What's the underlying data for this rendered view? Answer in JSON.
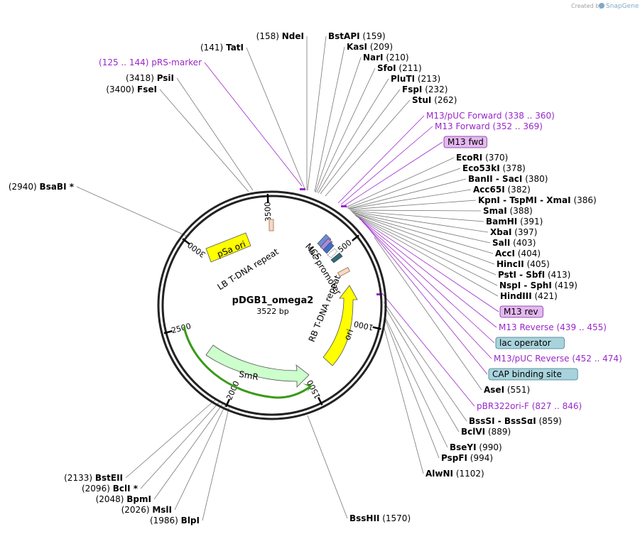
{
  "header": {
    "created_by": "Created by",
    "brand": "SnapGene"
  },
  "plasmid": {
    "name": "pDGB1_omega2",
    "length_label": "3522 bp"
  },
  "ticks": [
    "500",
    "1000",
    "1500",
    "2000",
    "2500",
    "3000",
    "3500"
  ],
  "features": {
    "psa_ori": "pSa ori",
    "lb_repeat": "LB T-DNA repeat",
    "rb_repeat": "RB T-DNA repeat",
    "ori": "ori",
    "smr": "SmR",
    "mcs": "MCS",
    "lac_promoter": "lac promoter"
  },
  "left_labels": [
    {
      "pos": "(158)",
      "name": "NdeI"
    },
    {
      "pos": "(141)",
      "name": "TatI"
    },
    {
      "pos": "(125 .. 144)",
      "name": "pRS-marker",
      "primer": true
    },
    {
      "pos": "(3418)",
      "name": "PsiI"
    },
    {
      "pos": "(3400)",
      "name": "FseI"
    },
    {
      "pos": "(2940)",
      "name": "BsaBI *"
    },
    {
      "pos": "(2133)",
      "name": "BstEII"
    },
    {
      "pos": "(2096)",
      "name": "BclI *"
    },
    {
      "pos": "(2048)",
      "name": "BpmI"
    },
    {
      "pos": "(2026)",
      "name": "MslI"
    },
    {
      "pos": "(1986)",
      "name": "BlpI"
    }
  ],
  "right_labels": [
    {
      "name": "BstAPI",
      "pos": "(159)"
    },
    {
      "name": "KasI",
      "pos": "(209)"
    },
    {
      "name": "NarI",
      "pos": "(210)"
    },
    {
      "name": "SfoI",
      "pos": "(211)"
    },
    {
      "name": "PluTI",
      "pos": "(213)"
    },
    {
      "name": "FspI",
      "pos": "(232)"
    },
    {
      "name": "StuI",
      "pos": "(262)"
    },
    {
      "name": "M13/pUC Forward",
      "pos": "(338 .. 360)",
      "primer": true
    },
    {
      "name": "M13 Forward",
      "pos": "(352 .. 369)",
      "primer": true
    },
    {
      "name": "M13 fwd",
      "box": "purple"
    },
    {
      "name": "EcoRI",
      "pos": "(370)"
    },
    {
      "name": "Eco53kI",
      "pos": "(378)"
    },
    {
      "name": "BanII  -  SacI",
      "pos": "(380)"
    },
    {
      "name": "Acc65I",
      "pos": "(382)"
    },
    {
      "name": "KpnI  -  TspMI  -  XmaI",
      "pos": "(386)"
    },
    {
      "name": "SmaI",
      "pos": "(388)"
    },
    {
      "name": "BamHI",
      "pos": "(391)"
    },
    {
      "name": "XbaI",
      "pos": "(397)"
    },
    {
      "name": "SalI",
      "pos": "(403)"
    },
    {
      "name": "AccI",
      "pos": "(404)"
    },
    {
      "name": "HincII",
      "pos": "(405)"
    },
    {
      "name": "PstI  -  SbfI",
      "pos": "(413)"
    },
    {
      "name": "NspI  -  SphI",
      "pos": "(419)"
    },
    {
      "name": "HindIII",
      "pos": "(421)"
    },
    {
      "name": "M13 rev",
      "box": "purple"
    },
    {
      "name": "M13 Reverse",
      "pos": "(439 .. 455)",
      "primer": true
    },
    {
      "name": "lac operator",
      "box": "teal"
    },
    {
      "name": "M13/pUC Reverse",
      "pos": "(452 .. 474)",
      "primer": true
    },
    {
      "name": "CAP binding site",
      "box": "teal"
    },
    {
      "name": "AseI",
      "pos": "(551)"
    },
    {
      "name": "pBR322ori-F",
      "pos": "(827 .. 846)",
      "primer": true
    },
    {
      "name": "BssSI  -  BssSαI",
      "pos": "(859)"
    },
    {
      "name": "BclVI",
      "pos": "(889)"
    },
    {
      "name": "BseYI",
      "pos": "(990)"
    },
    {
      "name": "PspFI",
      "pos": "(994)"
    },
    {
      "name": "AlwNI",
      "pos": "(1102)"
    },
    {
      "name": "BssHII",
      "pos": "(1570)"
    }
  ],
  "colors": {
    "primer": "#9a27c9",
    "ori": "#ffff00",
    "smr": "#ccffcc",
    "smr_track": "#3a9a1a",
    "purple_box": "#e4b8f0",
    "teal_box": "#a9d3dc"
  }
}
